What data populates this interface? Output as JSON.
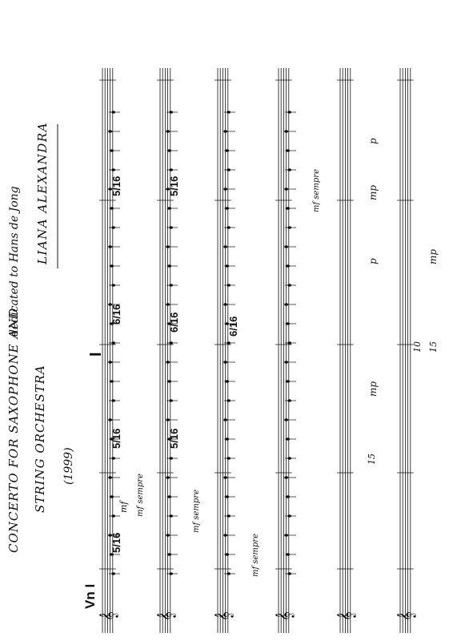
{
  "page": {
    "orientation_note": "score rotated 90 degrees"
  },
  "header": {
    "title": "CONCERTO FOR SAXOPHONE AND",
    "title_line2": "STRING ORCHESTRA",
    "year": "(1999)",
    "dedication": "dedicated to Hans de Jong",
    "composer": "LIANA ALEXANDRA"
  },
  "instrument_label": "Vn I",
  "rehearsal_mark": "I",
  "time_signatures": [
    "5/16",
    "5/16",
    "6/16",
    "5/16",
    "6/16",
    "5/16",
    "6/16",
    "5/16"
  ],
  "dynamics": [
    "mf",
    "p",
    "mp",
    "mp",
    "p",
    "mp"
  ],
  "expressions": [
    "mf sempre",
    "mf sempre",
    "mf sempre",
    "mf sempre"
  ],
  "numbers": [
    "15",
    "15",
    "10"
  ],
  "colors": {
    "ink": "#111111",
    "paper": "#ffffff"
  }
}
